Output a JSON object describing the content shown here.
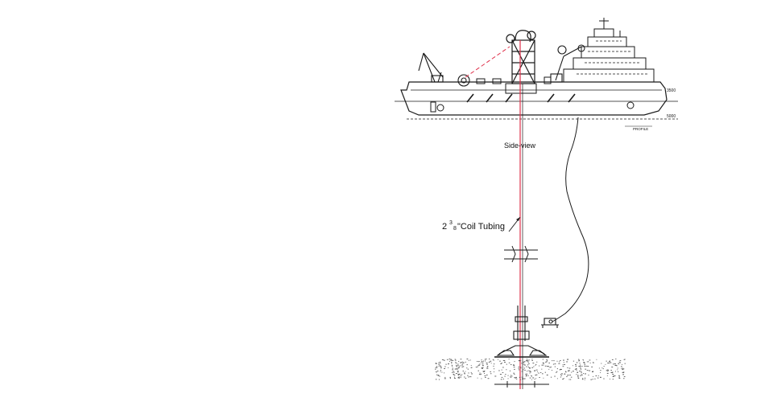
{
  "diagram": {
    "view_label": "Side-view",
    "callout": {
      "whole": "2",
      "numerator": "3",
      "denominator": "8",
      "text": "\"Coil Tubing"
    },
    "vessel_small_labels": {
      "draft_upper": "3500",
      "draft_lower": "5000",
      "profile": "PROFILE"
    },
    "colors": {
      "line": "#1a1a1a",
      "coil_tubing": "#e0314b",
      "background": "#ffffff",
      "seabed_dots": "#555555"
    }
  }
}
